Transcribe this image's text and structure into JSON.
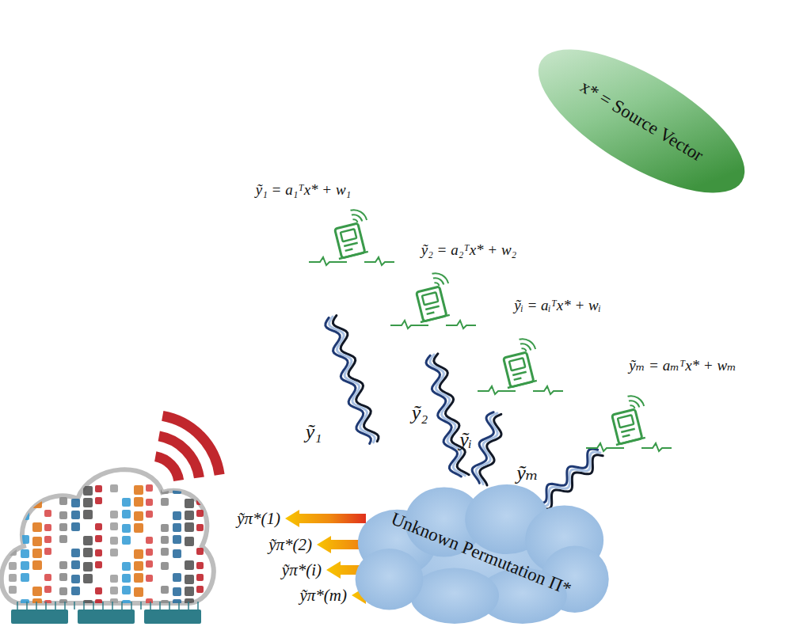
{
  "diagram": {
    "nodes": [
      {
        "text": [
          "x* = Source Vector"
        ]
      },
      {
        "text": [
          "Unknown Permutation Π*"
        ]
      }
    ],
    "labels": [
      "ỹ₁ = a₁ᵀx* + w₁",
      "ỹ₂ = a₂ᵀx* + w₂",
      "ỹᵢ = aᵢᵀx* + wᵢ",
      "ỹₘ = aₘᵀx* + wₘ",
      "ỹ₁",
      "ỹ₂",
      "ỹᵢ",
      "ỹₘ",
      "ỹπ*(1)",
      "ỹπ*(2)",
      "ỹπ*(i)",
      "ỹπ*(m)"
    ]
  }
}
